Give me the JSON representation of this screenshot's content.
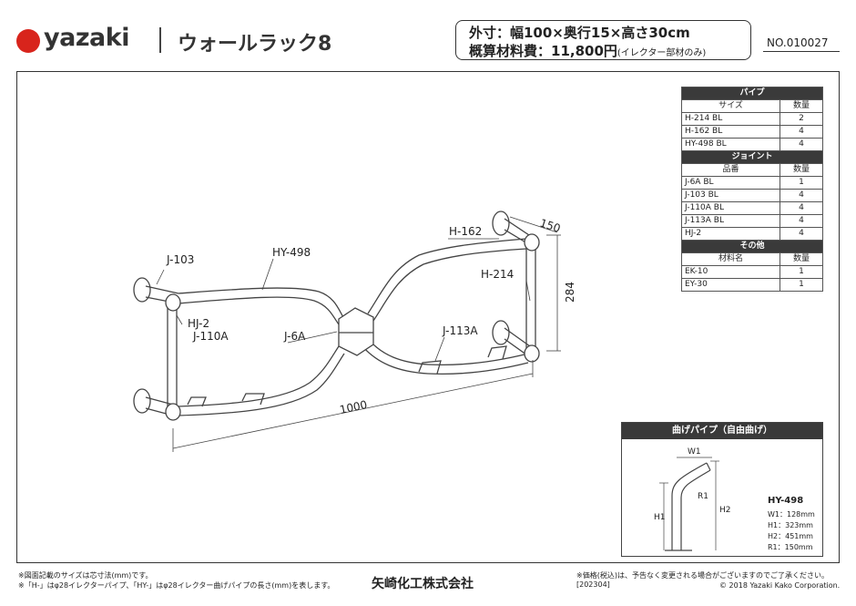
{
  "header": {
    "brand": "yazaki",
    "product_name": "ウォールラック8",
    "spec_line1": "外寸：幅100×奥行15×高さ30cm",
    "spec_line2": "概算材料費：11,800円",
    "spec_line2_note": "(イレクター部材のみ)",
    "doc_no": "NO.010027"
  },
  "parts_table": {
    "pipe": {
      "title": "パイプ",
      "col_name": "サイズ",
      "col_qty": "数量",
      "rows": [
        {
          "name": "H-214 BL",
          "qty": "2"
        },
        {
          "name": "H-162 BL",
          "qty": "4"
        },
        {
          "name": "HY-498 BL",
          "qty": "4"
        }
      ]
    },
    "joint": {
      "title": "ジョイント",
      "col_name": "品番",
      "col_qty": "数量",
      "rows": [
        {
          "name": "J-6A BL",
          "qty": "1"
        },
        {
          "name": "J-103 BL",
          "qty": "4"
        },
        {
          "name": "J-110A BL",
          "qty": "4"
        },
        {
          "name": "J-113A BL",
          "qty": "4"
        },
        {
          "name": "HJ-2",
          "qty": "4"
        }
      ]
    },
    "other": {
      "title": "その他",
      "col_name": "材料名",
      "col_qty": "数量",
      "rows": [
        {
          "name": "EK-10",
          "qty": "1"
        },
        {
          "name": "EY-30",
          "qty": "1"
        }
      ]
    }
  },
  "drawing_labels": {
    "j103": "J-103",
    "hy498": "HY-498",
    "h162": "H-162",
    "w150": "150",
    "h214": "H-214",
    "h284": "284",
    "hj2": "HJ-2",
    "j110a": "J-110A",
    "j6a": "J-6A",
    "j113a": "J-113A",
    "w1000": "1000"
  },
  "bend_pipe": {
    "title": "曲げパイプ（自由曲げ）",
    "w1_label": "W1",
    "r1_label": "R1",
    "h1_label": "H1",
    "h2_label": "H2",
    "name": "HY-498",
    "specs": [
      "W1：128mm",
      "H1：323mm",
      "H2：451mm",
      "R1：150mm"
    ]
  },
  "footer": {
    "footnote1": "※図面記載のサイズは芯寸法(mm)です。",
    "footnote2": "※「H-」はφ28イレクターパイプ、「HY-」はφ28イレクター曲げパイプの長さ(mm)を表します。",
    "company": "矢崎化工株式会社",
    "price_note": "※価格(税込)は、予告なく変更される場合がございますのでご了承ください。[202304]",
    "copyright": "© 2018 Yazaki Kako Corporation."
  },
  "colors": {
    "brand_red": "#d8241c",
    "section_fill": "#3a3a3a"
  }
}
